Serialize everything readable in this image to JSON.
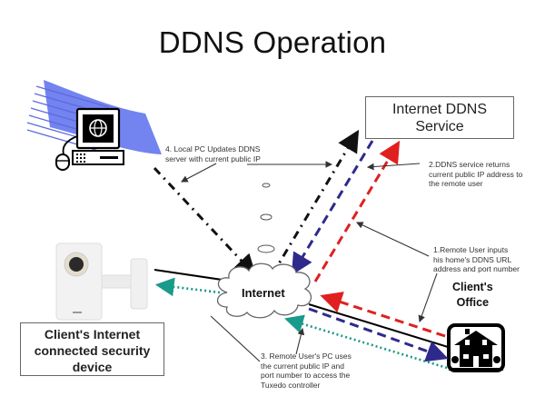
{
  "title": "DDNS Operation",
  "nodes": {
    "ddns_service": {
      "label_line1": "Internet DDNS",
      "label_line2": "Service"
    },
    "internet_cloud": {
      "label": "Internet"
    },
    "client_device": {
      "label_line1": "Client's Internet",
      "label_line2": "connected security",
      "label_line3": "device"
    },
    "client_office": {
      "label_line1": "Client's",
      "label_line2": "Office"
    },
    "local_pc": {
      "icon": "computer-globe-icon"
    },
    "security_camera": {
      "icon": "camera-icon"
    },
    "house": {
      "icon": "house-icon"
    }
  },
  "annotations": {
    "step1": {
      "line1": "1.Remote User inputs",
      "line2": "his home's DDNS URL",
      "line3": "address and port number"
    },
    "step2": {
      "line1": "2.DDNS service returns",
      "line2": "current public IP address to",
      "line3": "the remote user"
    },
    "step3": {
      "line1": "3. Remote User's PC uses",
      "line2": "the current public IP and",
      "line3": "port number to access the",
      "line4": "Tuxedo controller"
    },
    "step4": {
      "line1": "4. Local PC Updates DDNS",
      "line2": "server with current public IP"
    }
  },
  "colors": {
    "local_update_path": "#111111",
    "ddns_return_path": "#2e2a8c",
    "remote_request_path": "#e02020",
    "remote_access_path": "#1a9a8a",
    "pc_swoosh": "#6f7ff0"
  }
}
